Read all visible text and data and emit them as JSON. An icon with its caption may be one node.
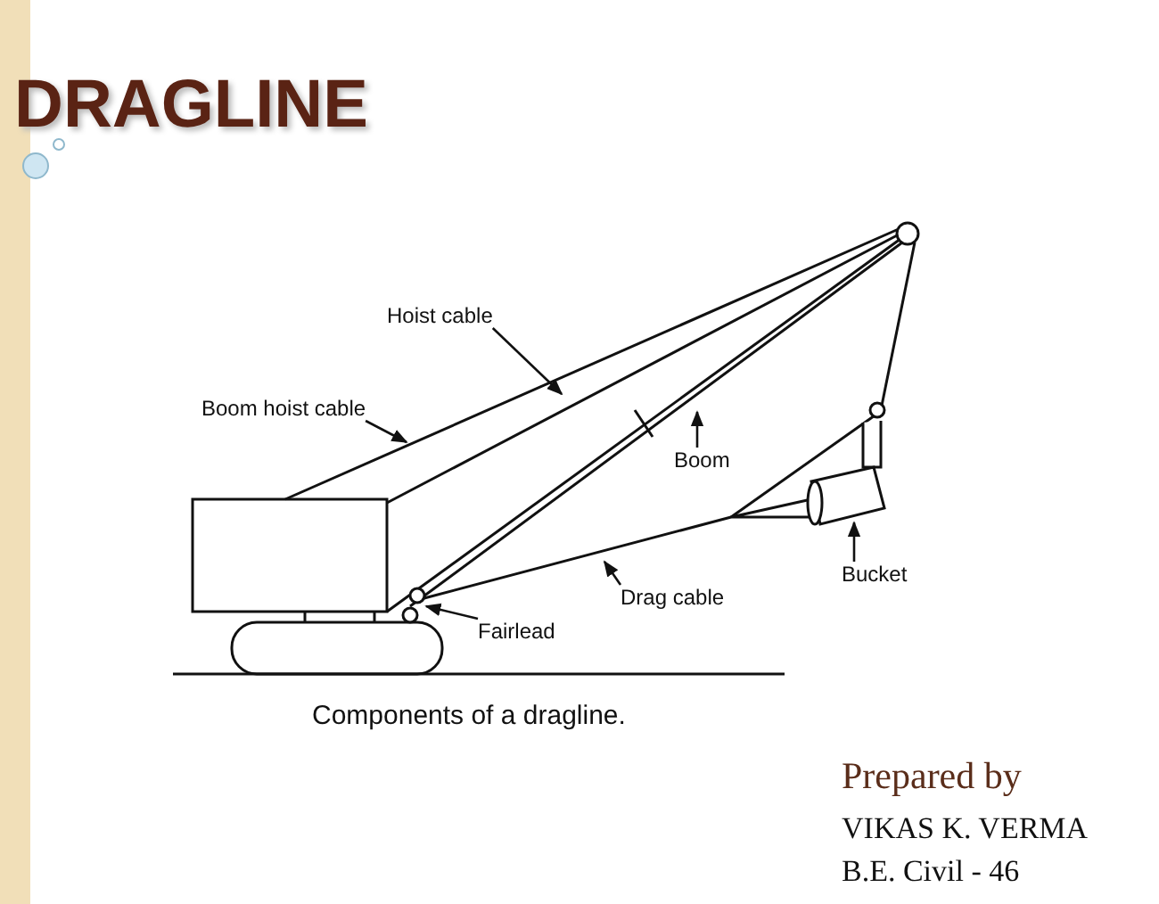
{
  "diagram": {
    "title": "DRAGLINE",
    "caption": "Components of a dragline.",
    "nodes": [
      {
        "text": [
          "Hoist cable"
        ]
      },
      {
        "text": [
          "Boom hoist cable"
        ]
      },
      {
        "text": [
          "Boom"
        ]
      },
      {
        "text": [
          "Bucket"
        ]
      },
      {
        "text": [
          "Drag cable"
        ]
      },
      {
        "text": [
          "Fairlead"
        ]
      }
    ],
    "edges": [
      {
        "from": 0,
        "to": null,
        "arrow": "to"
      },
      {
        "from": 1,
        "to": null,
        "arrow": "to"
      },
      {
        "from": 2,
        "to": null,
        "arrow": "to"
      },
      {
        "from": 3,
        "to": null,
        "arrow": "to"
      },
      {
        "from": 4,
        "to": null,
        "arrow": "to"
      },
      {
        "from": 5,
        "to": null,
        "arrow": "to"
      }
    ],
    "labels": [
      "Prepared by",
      "VIKAS K. VERMA",
      "B.E. Civil - 46"
    ]
  }
}
